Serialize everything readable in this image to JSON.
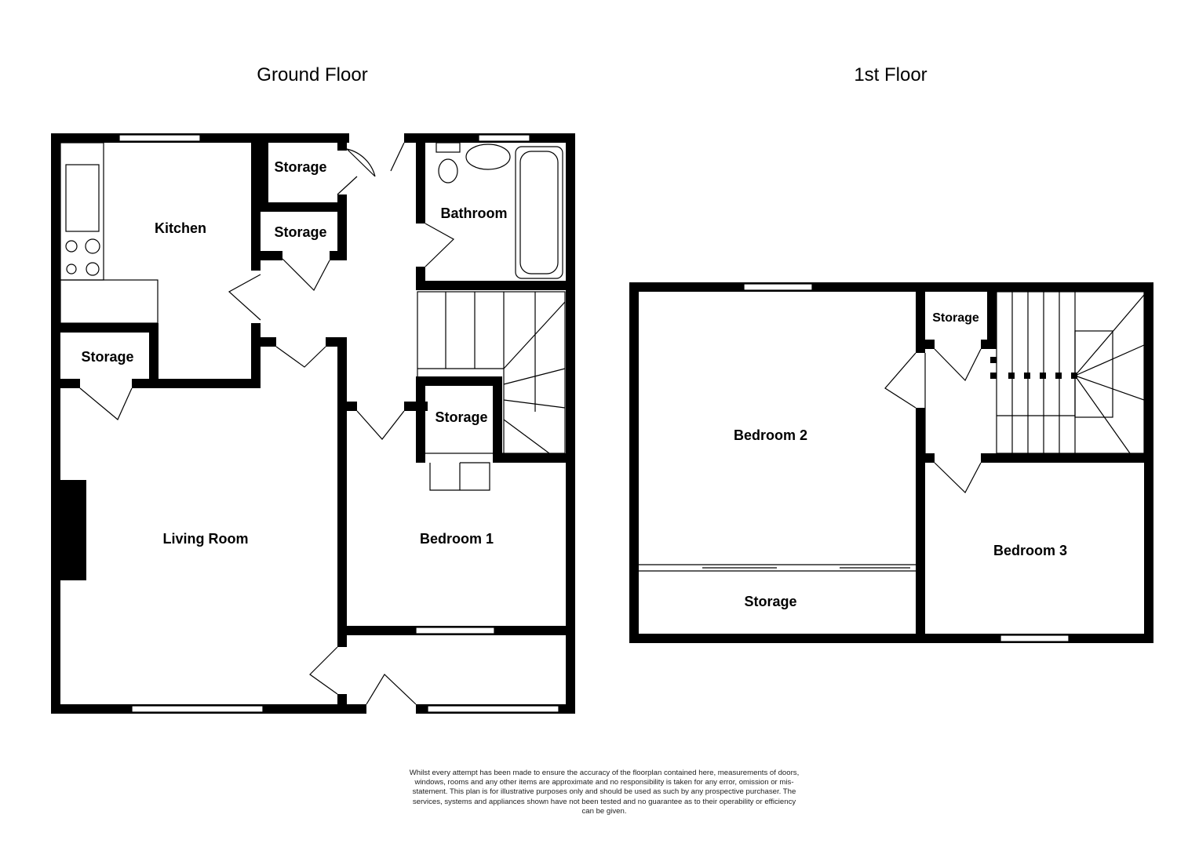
{
  "ground_floor": {
    "title": "Ground Floor",
    "rooms": {
      "kitchen": "Kitchen",
      "storage_a": "Storage",
      "storage_b": "Storage",
      "storage_c": "Storage",
      "storage_d": "Storage",
      "bathroom": "Bathroom",
      "living_room": "Living Room",
      "bedroom_1": "Bedroom 1"
    }
  },
  "first_floor": {
    "title": "1st Floor",
    "rooms": {
      "bedroom_2": "Bedroom 2",
      "storage_a": "Storage",
      "storage_b": "Storage",
      "bedroom_3": "Bedroom 3"
    }
  },
  "disclaimer": "Whilst every attempt has been made to ensure the accuracy of the floorplan contained here, measurements of doors, windows, rooms and any other items are approximate and no responsibility is taken for any error, omission or mis-statement. This plan is for illustrative purposes only and should be used as such by any prospective purchaser. The services, systems and appliances shown have not been tested and no guarantee as to their operability or efficiency can be given."
}
